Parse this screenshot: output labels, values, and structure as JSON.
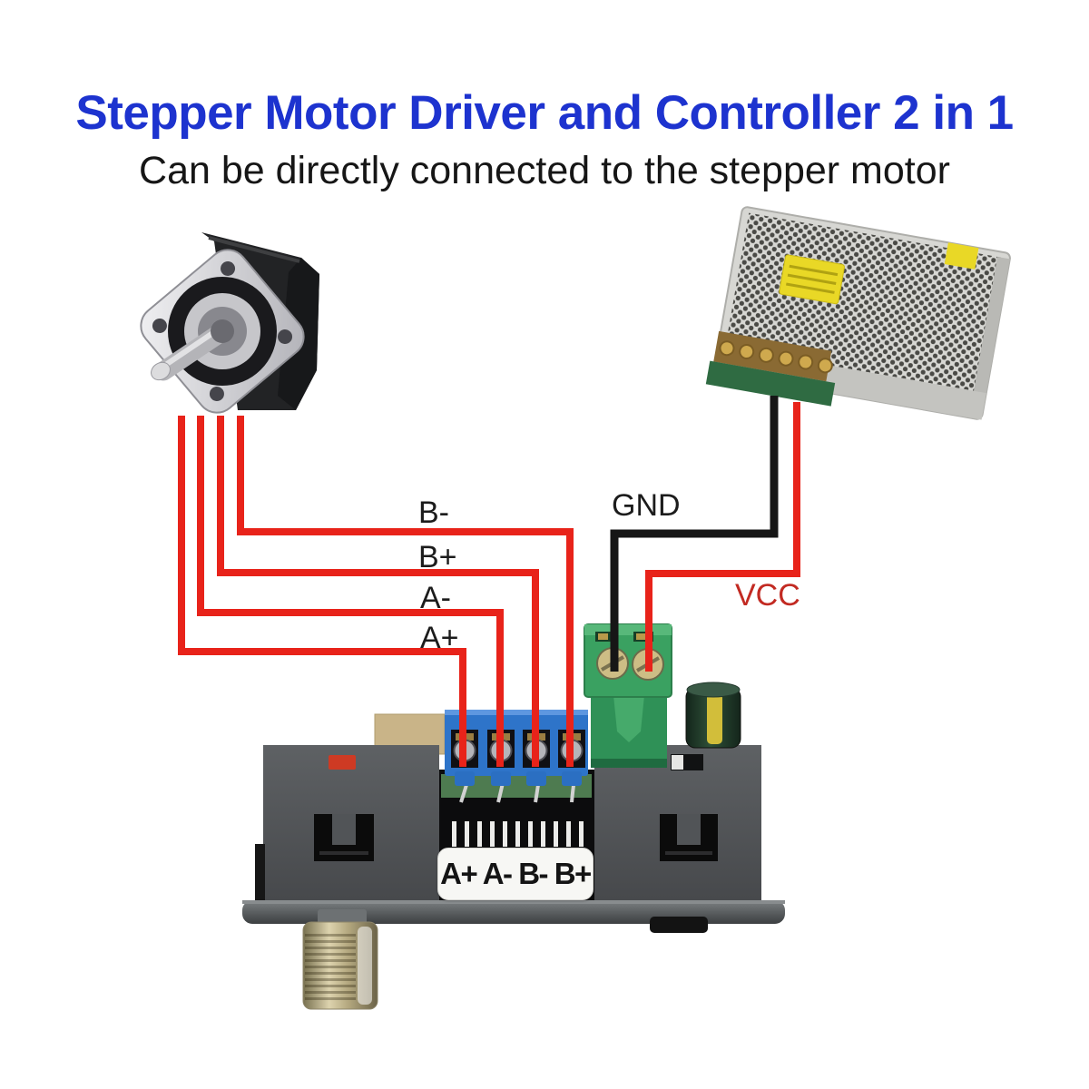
{
  "header": {
    "title": "Stepper Motor Driver and Controller 2 in 1",
    "subtitle": "Can be directly connected to the stepper motor"
  },
  "wire_labels": {
    "b_minus": "B-",
    "b_plus": "B+",
    "a_minus": "A-",
    "a_plus": "A+",
    "gnd": "GND",
    "vcc": "VCC"
  },
  "board": {
    "terminal_label": "A+ A- B- B+"
  },
  "colors": {
    "title_blue": "#1d33cf",
    "wire_red": "#e8231a",
    "wire_black": "#161616",
    "vcc_label_red": "#c22a22",
    "terminal_blue": "#2e74c9",
    "terminal_green": "#3aa161"
  },
  "connections": [
    {
      "from": "stepper-motor",
      "to": "driver-terminal-1",
      "wire_color": "red",
      "label": "A+"
    },
    {
      "from": "stepper-motor",
      "to": "driver-terminal-2",
      "wire_color": "red",
      "label": "A-"
    },
    {
      "from": "stepper-motor",
      "to": "driver-terminal-3",
      "wire_color": "red",
      "label": "B+"
    },
    {
      "from": "stepper-motor",
      "to": "driver-terminal-4",
      "wire_color": "red",
      "label": "B-"
    },
    {
      "from": "power-supply",
      "to": "driver-power-terminal-left",
      "wire_color": "black",
      "label": "GND"
    },
    {
      "from": "power-supply",
      "to": "driver-power-terminal-right",
      "wire_color": "red",
      "label": "VCC"
    }
  ]
}
